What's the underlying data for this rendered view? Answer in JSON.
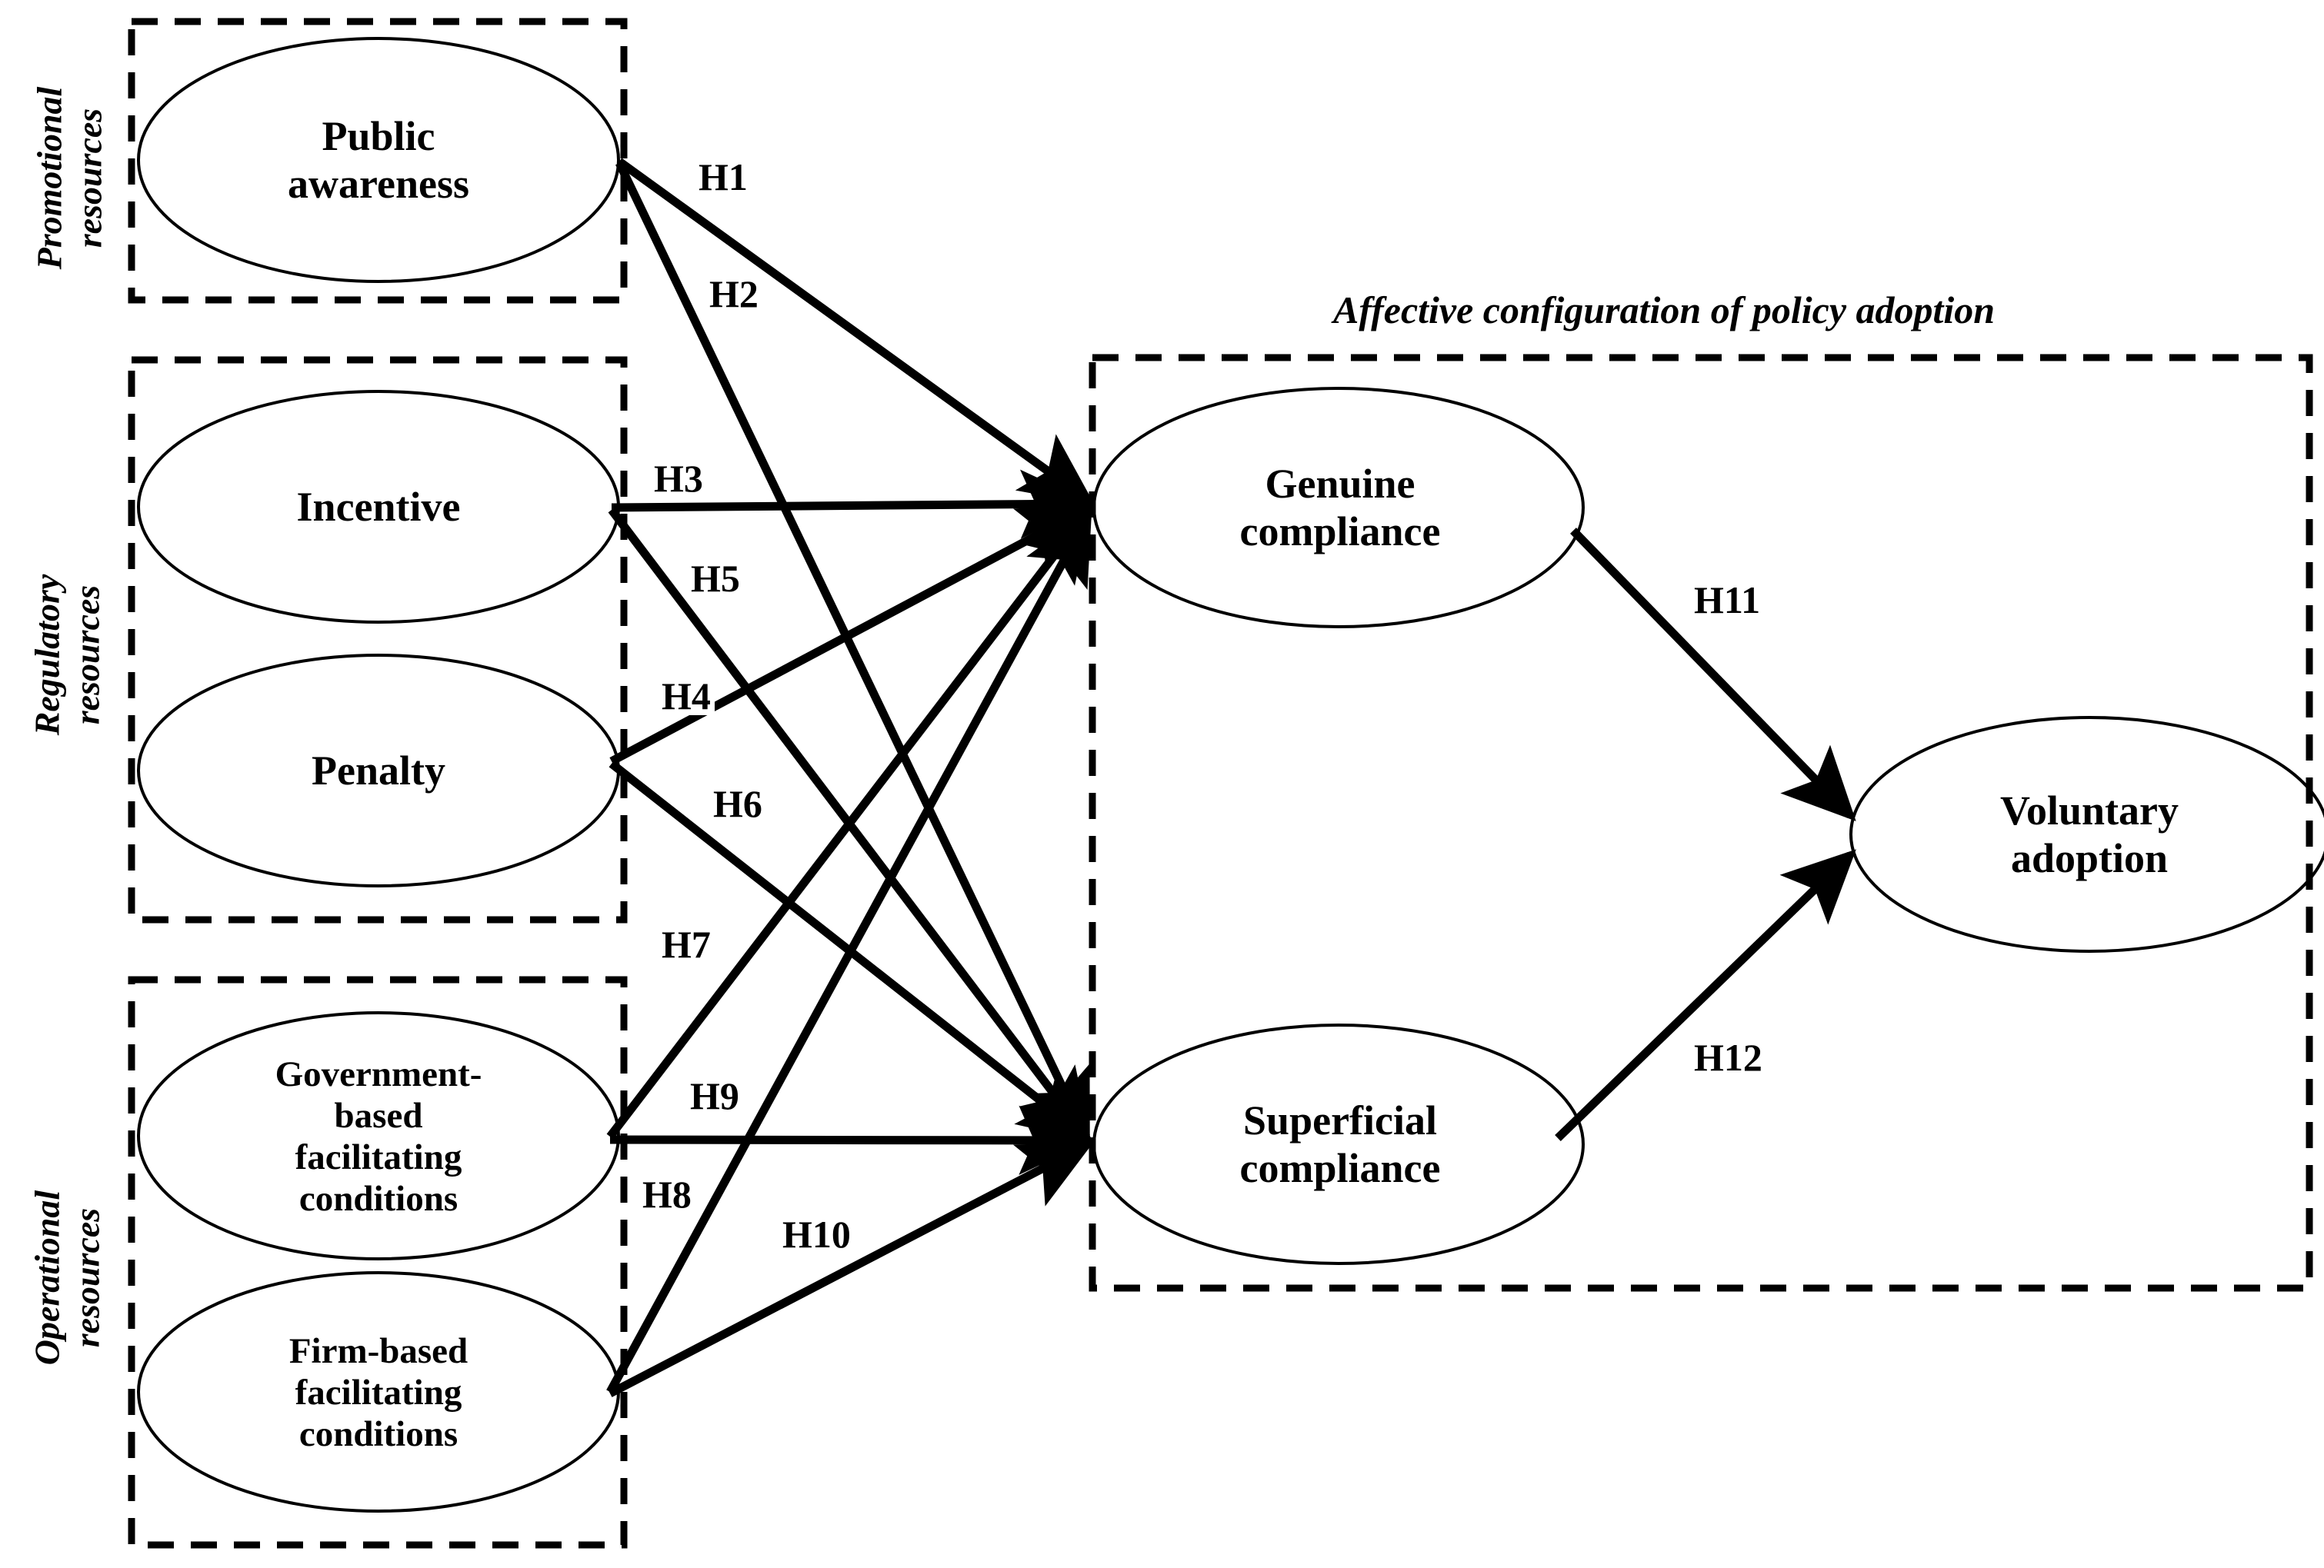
{
  "diagram": {
    "title_right_box": "Affective configuration of policy adoption",
    "groups": [
      {
        "id": "promotional",
        "label": "Promotional\nresources"
      },
      {
        "id": "regulatory",
        "label": "Regulatory\nresources"
      },
      {
        "id": "operational",
        "label": "Operational\nresources"
      }
    ],
    "nodes": [
      {
        "id": "public-awareness",
        "label": "Public\nawareness"
      },
      {
        "id": "incentive",
        "label": "Incentive"
      },
      {
        "id": "penalty",
        "label": "Penalty"
      },
      {
        "id": "government-based-facilitating-conditions",
        "label": "Government-\nbased\nfacilitating\nconditions"
      },
      {
        "id": "firm-based-facilitating-conditions",
        "label": "Firm-based\nfacilitating\nconditions"
      },
      {
        "id": "genuine-compliance",
        "label": "Genuine\ncompliance"
      },
      {
        "id": "superficial-compliance",
        "label": "Superficial\ncompliance"
      },
      {
        "id": "voluntary-adoption",
        "label": "Voluntary\nadoption"
      }
    ],
    "hypotheses": [
      {
        "id": "H1",
        "label": "H1",
        "from": "public-awareness",
        "to": "genuine-compliance"
      },
      {
        "id": "H2",
        "label": "H2",
        "from": "public-awareness",
        "to": "superficial-compliance"
      },
      {
        "id": "H3",
        "label": "H3",
        "from": "incentive",
        "to": "genuine-compliance"
      },
      {
        "id": "H4",
        "label": "H4",
        "from": "penalty",
        "to": "genuine-compliance"
      },
      {
        "id": "H5",
        "label": "H5",
        "from": "incentive",
        "to": "superficial-compliance"
      },
      {
        "id": "H6",
        "label": "H6",
        "from": "penalty",
        "to": "superficial-compliance"
      },
      {
        "id": "H7",
        "label": "H7",
        "from": "government-based-facilitating-conditions",
        "to": "genuine-compliance"
      },
      {
        "id": "H8",
        "label": "H8",
        "from": "firm-based-facilitating-conditions",
        "to": "genuine-compliance"
      },
      {
        "id": "H9",
        "label": "H9",
        "from": "government-based-facilitating-conditions",
        "to": "superficial-compliance"
      },
      {
        "id": "H10",
        "label": "H10",
        "from": "firm-based-facilitating-conditions",
        "to": "superficial-compliance"
      },
      {
        "id": "H11",
        "label": "H11",
        "from": "genuine-compliance",
        "to": "voluntary-adoption"
      },
      {
        "id": "H12",
        "label": "H12",
        "from": "superficial-compliance",
        "to": "voluntary-adoption"
      }
    ],
    "colors": {
      "stroke": "#000000",
      "background": "#ffffff"
    }
  }
}
